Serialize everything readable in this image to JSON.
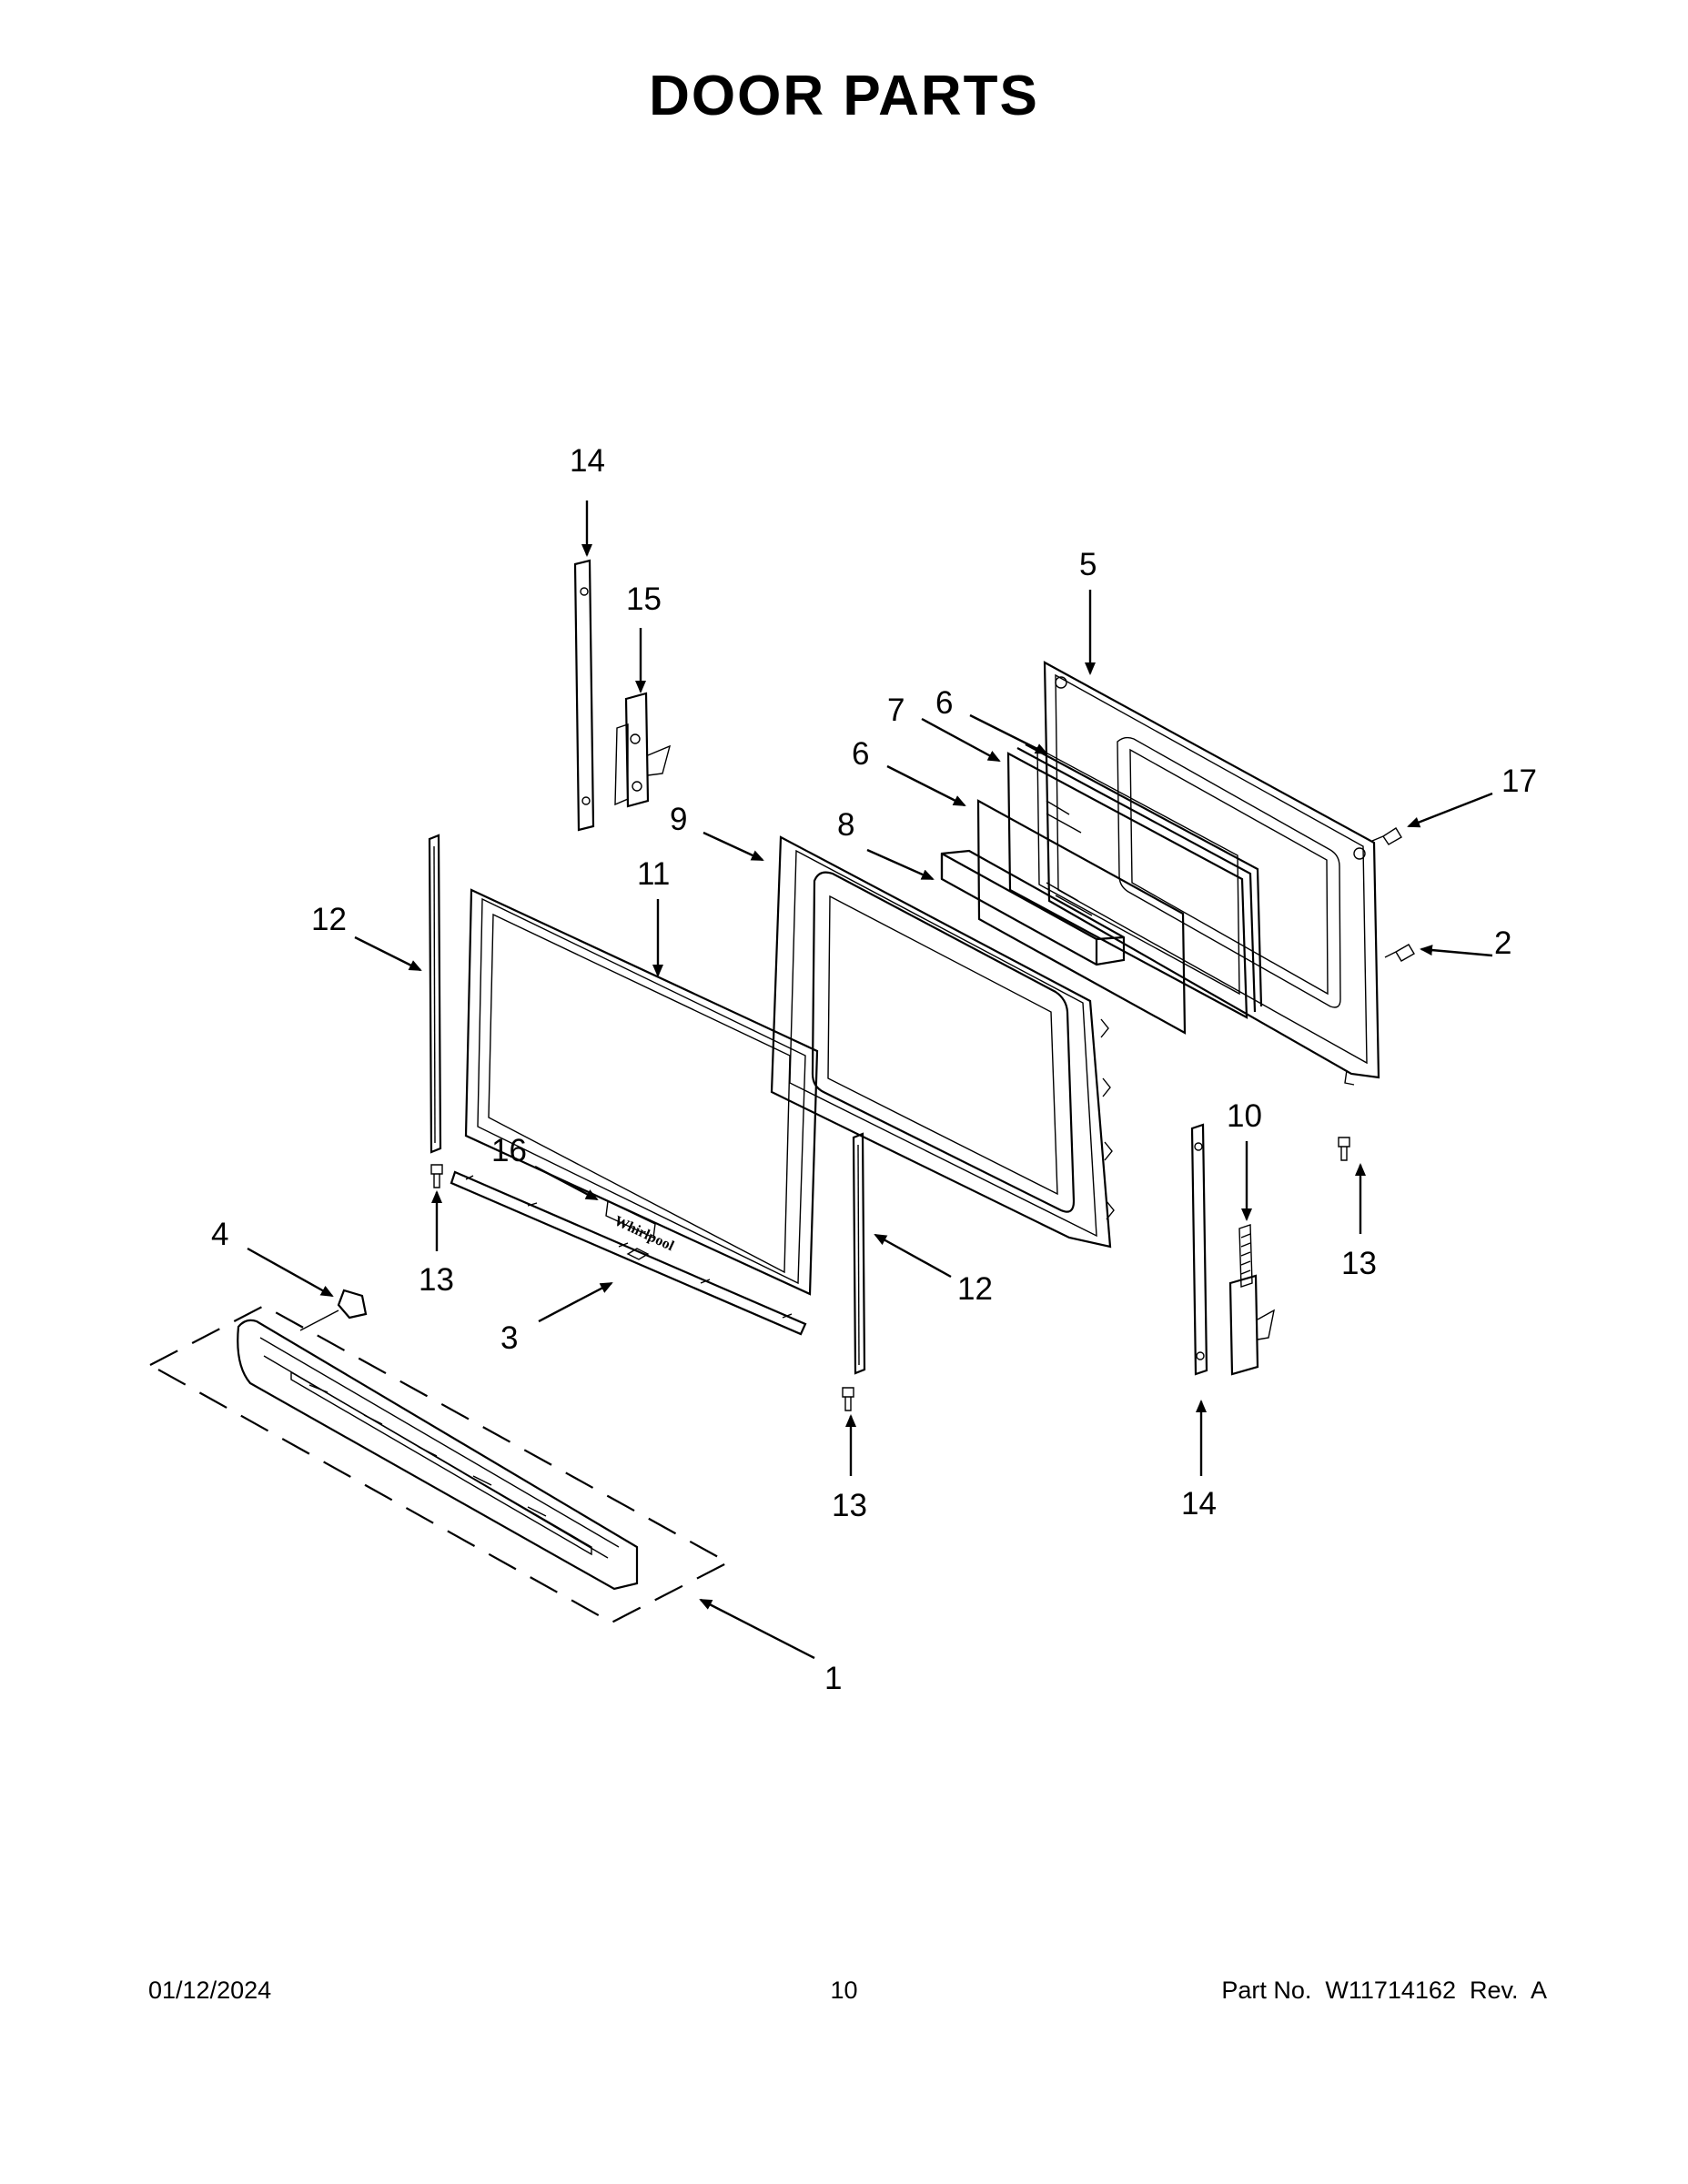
{
  "header": {
    "title": "DOOR PARTS"
  },
  "footer": {
    "date": "01/12/2024",
    "page": "10",
    "part": "Part No.  W11714162  Rev.  A"
  },
  "callouts": [
    "14",
    "15",
    "5",
    "7",
    "6",
    "6",
    "17",
    "9",
    "8",
    "11",
    "12",
    "2",
    "10",
    "16",
    "13",
    "13",
    "4",
    "12",
    "3",
    "13",
    "14",
    "1"
  ],
  "brand_mark": "Whirlpool"
}
